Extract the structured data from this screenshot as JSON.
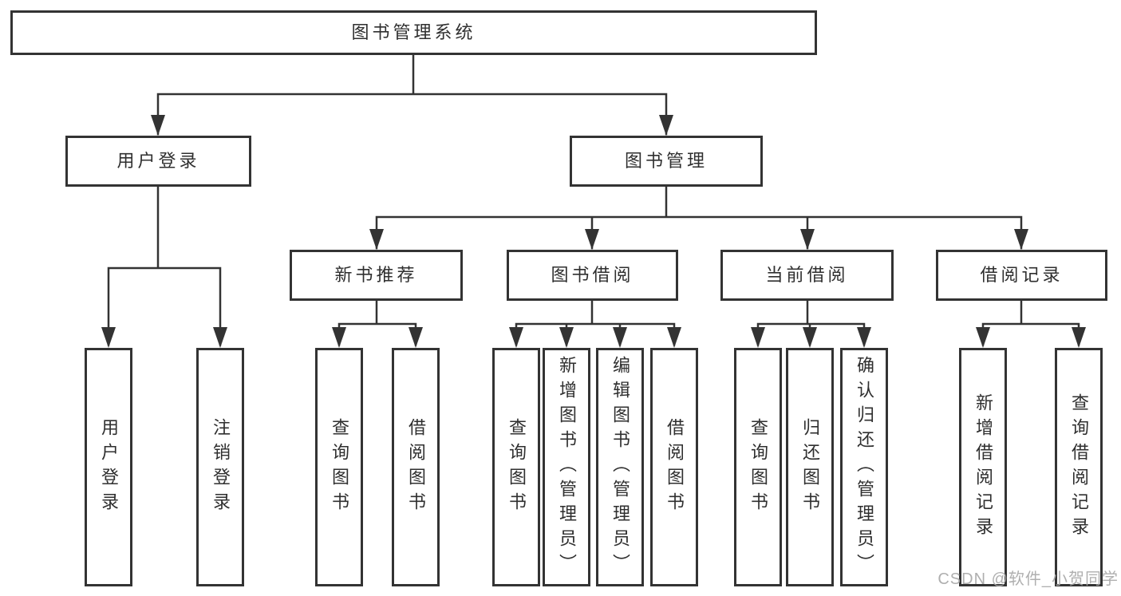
{
  "diagram": {
    "kind": "functional-structure-tree",
    "colors": {
      "background": "#ffffff",
      "line": "#333333",
      "box_border": "#333333",
      "text": "#2f2f2f",
      "watermark": "#a8a8a8"
    },
    "tree": {
      "label": "图书管理系统",
      "children": [
        {
          "label": "用户登录",
          "children": [
            {
              "label": "用户登录"
            },
            {
              "label": "注销登录"
            }
          ]
        },
        {
          "label": "图书管理",
          "children": [
            {
              "label": "新书推荐",
              "children": [
                {
                  "label": "查询图书"
                },
                {
                  "label": "借阅图书"
                }
              ]
            },
            {
              "label": "图书借阅",
              "children": [
                {
                  "label": "查询图书"
                },
                {
                  "label": "新增图书（管理员）"
                },
                {
                  "label": "编辑图书（管理员）"
                },
                {
                  "label": "借阅图书"
                }
              ]
            },
            {
              "label": "当前借阅",
              "children": [
                {
                  "label": "查询图书"
                },
                {
                  "label": "归还图书"
                },
                {
                  "label": "确认归还（管理员）"
                }
              ]
            },
            {
              "label": "借阅记录",
              "children": [
                {
                  "label": "新增借阅记录"
                },
                {
                  "label": "查询借阅记录"
                }
              ]
            }
          ]
        }
      ]
    },
    "watermark": {
      "text": "CSDN @软件_小贺同学"
    }
  }
}
